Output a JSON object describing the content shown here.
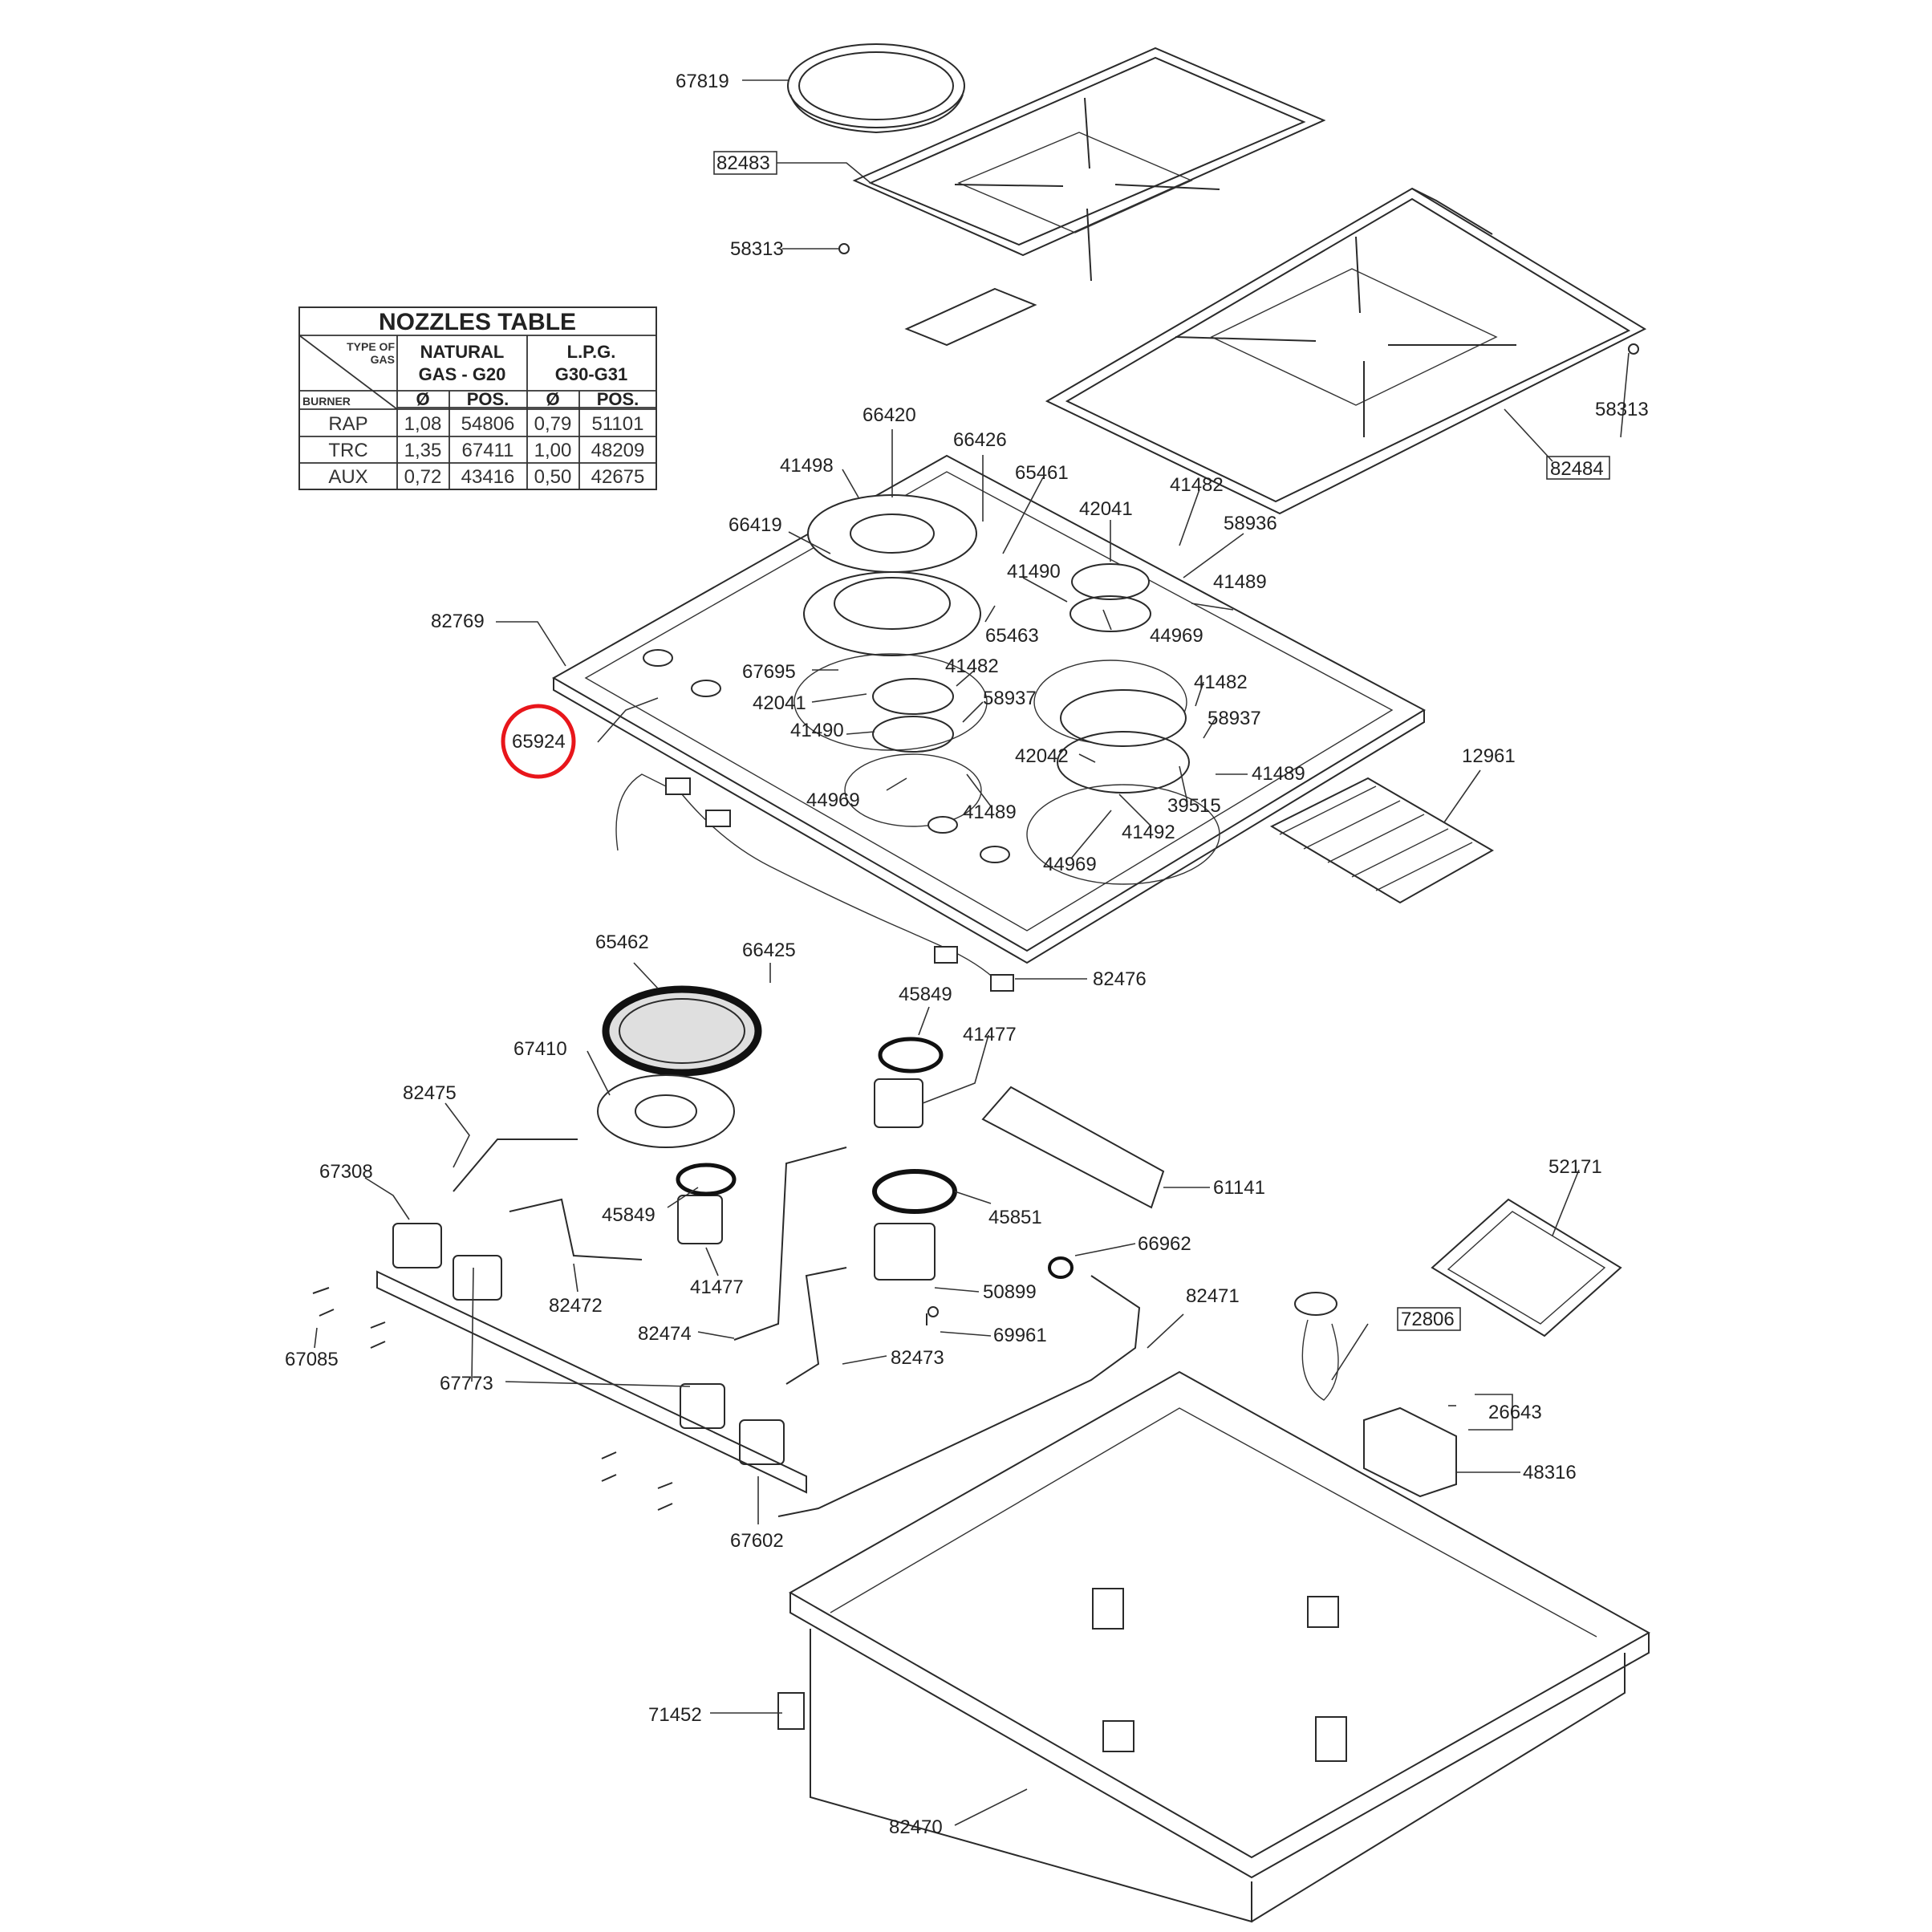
{
  "nozzles_table": {
    "title": "NOZZLES TABLE",
    "corner_top": [
      "TYPE OF",
      "GAS"
    ],
    "corner_bottom": "BURNER",
    "gas_groups": [
      {
        "line1": "NATURAL",
        "line2": "GAS - G20"
      },
      {
        "line1": "L.P.G.",
        "line2": "G30-G31"
      }
    ],
    "subheaders": [
      "Ø",
      "POS.",
      "Ø",
      "POS."
    ],
    "rows": [
      {
        "burner": "RAP",
        "cells": [
          "1,08",
          "54806",
          "0,79",
          "51101"
        ]
      },
      {
        "burner": "TRC",
        "cells": [
          "1,35",
          "67411",
          "1,00",
          "48209"
        ]
      },
      {
        "burner": "AUX",
        "cells": [
          "0,72",
          "43416",
          "0,50",
          "42675"
        ]
      }
    ]
  },
  "highlighted_part": "65924",
  "labels": {
    "l67819": "67819",
    "l82483": "82483",
    "l58313a": "58313",
    "l58313b": "58313",
    "l82484": "82484",
    "l66420": "66420",
    "l66426": "66426",
    "l41498": "41498",
    "l65461": "65461",
    "l41482a": "41482",
    "l42041a": "42041",
    "l58936": "58936",
    "l66419": "66419",
    "l41490a": "41490",
    "l41489a": "41489",
    "l82769": "82769",
    "l65463": "65463",
    "l44969a": "44969",
    "l67695": "67695",
    "l41482b": "41482",
    "l41482c": "41482",
    "l42041b": "42041",
    "l58937a": "58937",
    "l58937b": "58937",
    "l65924": "65924",
    "l41490b": "41490",
    "l42042": "42042",
    "l12961": "12961",
    "l41489b": "41489",
    "l44969b": "44969",
    "l41489c": "41489",
    "l39515": "39515",
    "l41492": "41492",
    "l44969c": "44969",
    "l65462": "65462",
    "l66425": "66425",
    "l82476": "82476",
    "l45849a": "45849",
    "l41477a": "41477",
    "l67410": "67410",
    "l82475": "82475",
    "l61141": "61141",
    "l52171": "52171",
    "l67308": "67308",
    "l45849b": "45849",
    "l45851": "45851",
    "l66962": "66962",
    "l41477b": "41477",
    "l82472": "82472",
    "l50899": "50899",
    "l82471": "82471",
    "l72806": "72806",
    "l82474": "82474",
    "l69961": "69961",
    "l67085": "67085",
    "l82473": "82473",
    "l67773": "67773",
    "l26643": "26643",
    "l48316": "48316",
    "l67602": "67602",
    "l71452": "71452",
    "l82470": "82470"
  }
}
